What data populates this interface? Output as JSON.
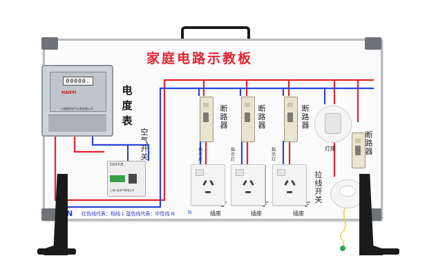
{
  "title": "家庭电路示教板",
  "labels": {
    "meter": "电度表",
    "air_switch": "空气开关",
    "breaker": "断路器",
    "lamp_holder": "灯座",
    "pull_switch": "拉线开关",
    "socket": "插座",
    "indicator_lamp": "指示灯",
    "L": "L",
    "N": "N",
    "legend": "红色线代表：相线 L 蓝色线代表：中性线 N"
  },
  "meter": {
    "display": "00000.",
    "brand": "HANYI",
    "maker": "上海德邦电气仪表有限公司"
  },
  "rcd": {
    "model": "DZ47LE",
    "brand": "上海人民电气有限公司"
  },
  "colors": {
    "phase_wire": "#e5212f",
    "neutral_wire": "#2a44d8",
    "earth_wire": "#d6c21a",
    "title": "#e5212f"
  }
}
